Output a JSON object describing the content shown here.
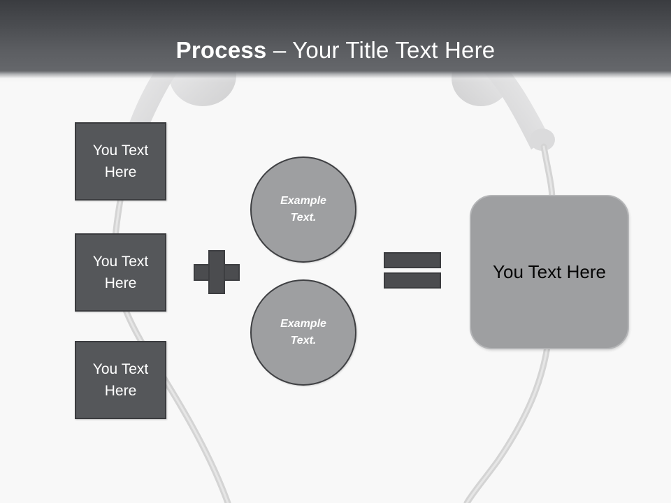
{
  "slide": {
    "title_bold": "Process",
    "title_rest": " – Your Title Text Here",
    "background_color": "#f8f8f8",
    "header_color_top": "#3a3c40",
    "header_color_bottom": "#65676b"
  },
  "steps": {
    "boxes": [
      {
        "label": "You Text Here"
      },
      {
        "label": "You Text Here"
      },
      {
        "label": "You Text Here"
      }
    ],
    "fill_color": "#55575a",
    "border_color": "#3b3c3f",
    "text_color": "#ffffff"
  },
  "operators": {
    "plus": "+",
    "equals": "=",
    "color": "#4b4c4f"
  },
  "circles": {
    "items": [
      {
        "line1": "Example",
        "line2": "Text."
      },
      {
        "line1": "Example",
        "line2": "Text."
      }
    ],
    "fill_color": "#9e9fa1",
    "border_color": "#3f4043",
    "text_color": "#ffffff"
  },
  "result": {
    "label": "You Text Here",
    "fill_color": "#9e9fa1",
    "border_color": "#b4b5b7",
    "text_color": "#050505"
  },
  "background_art": {
    "description": "earbud-headphones-artwork",
    "cable_color": "#d3d3d3",
    "earbud_color": "#e3e3e4"
  }
}
